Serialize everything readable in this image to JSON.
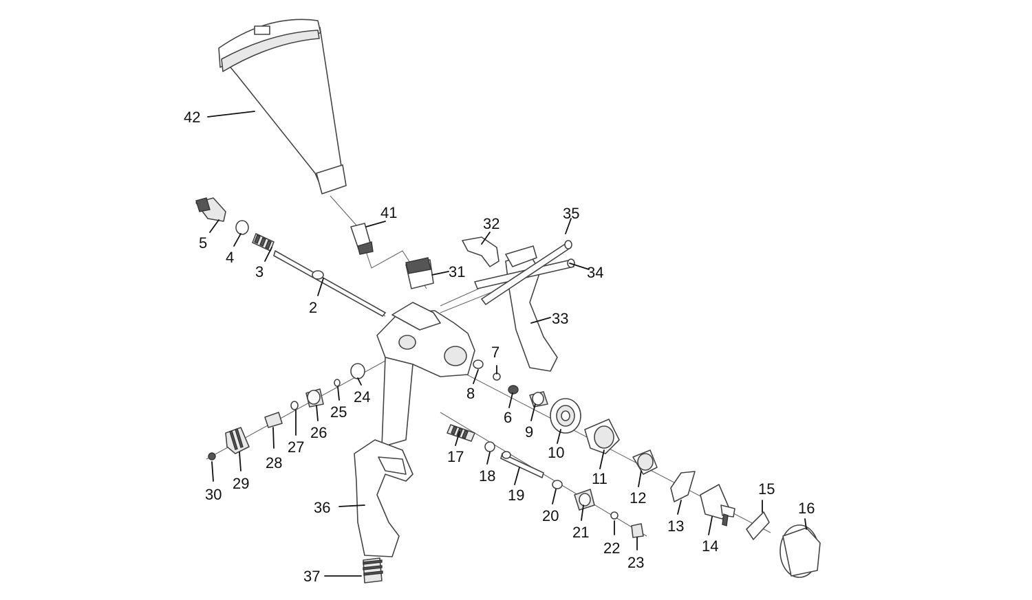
{
  "callouts": [
    "2",
    "3",
    "4",
    "5",
    "6",
    "7",
    "8",
    "9",
    "10",
    "11",
    "12",
    "13",
    "14",
    "15",
    "16",
    "17",
    "18",
    "19",
    "20",
    "21",
    "22",
    "23",
    "24",
    "25",
    "26",
    "27",
    "28",
    "29",
    "30",
    "31",
    "32",
    "33",
    "34",
    "35",
    "36",
    "37",
    "41",
    "42"
  ],
  "colors": {
    "line": "#444444",
    "text": "#111111",
    "background": "#ffffff"
  }
}
